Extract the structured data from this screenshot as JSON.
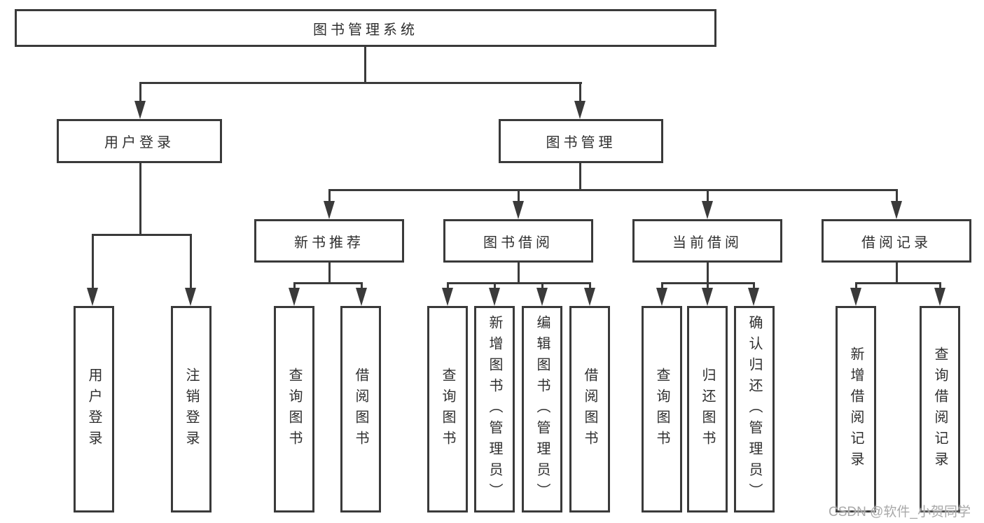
{
  "tree": {
    "root": {
      "label": "图书管理系统"
    },
    "branches": [
      {
        "label": "用户登录",
        "children": [
          {
            "label": "用户登录"
          },
          {
            "label": "注销登录"
          }
        ]
      },
      {
        "label": "图书管理",
        "children": [
          {
            "label": "新书推荐",
            "children": [
              {
                "label": "查询图书"
              },
              {
                "label": "借阅图书"
              }
            ]
          },
          {
            "label": "图书借阅",
            "children": [
              {
                "label": "查询图书"
              },
              {
                "label": "新增图书（管理员）"
              },
              {
                "label": "编辑图书（管理员）"
              },
              {
                "label": "借阅图书"
              }
            ]
          },
          {
            "label": "当前借阅",
            "children": [
              {
                "label": "查询图书"
              },
              {
                "label": "归还图书"
              },
              {
                "label": "确认归还（管理员）"
              }
            ]
          },
          {
            "label": "借阅记录",
            "children": [
              {
                "label": "新增借阅记录"
              },
              {
                "label": "查询借阅记录"
              }
            ]
          }
        ]
      }
    ]
  },
  "watermark": {
    "text": "CSDN @软件_小贺同学"
  },
  "colors": {
    "line": "#3a3a3a",
    "text": "#2f2f2f",
    "background": "#ffffff",
    "watermark": "#a9a9a9"
  }
}
